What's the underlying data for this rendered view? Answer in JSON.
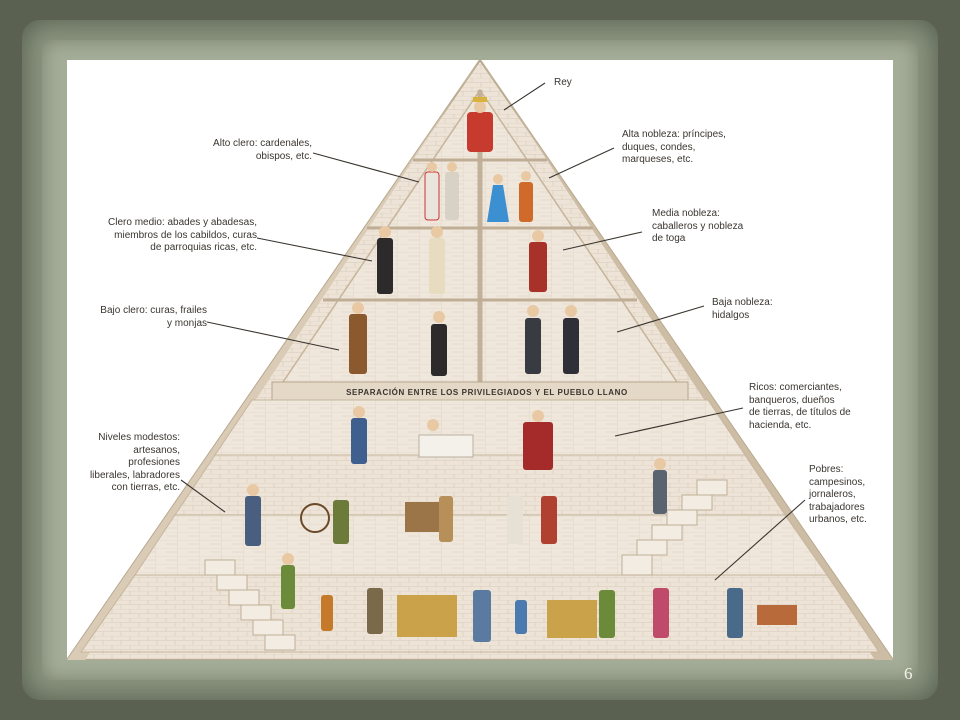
{
  "labels": {
    "rey": "Rey",
    "alto_clero": "Alto clero: cardenales,\nobispos, etc.",
    "alta_nobleza": "Alta nobleza: príncipes,\nduques, condes,\nmarqueses, etc.",
    "clero_medio": "Clero medio: abades y abadesas,\nmiembros de los cabildos, curas\nde parroquias ricas, etc.",
    "media_nobleza": "Media nobleza:\ncaballeros y nobleza\nde toga",
    "bajo_clero": "Bajo clero: curas, frailes\ny monjas",
    "baja_nobleza": "Baja nobleza:\nhidalgos",
    "separacion": "Separación entre los privilegiados y el pueblo llano",
    "ricos": "Ricos: comerciantes,\nbanqueros, dueños\nde tierras, de títulos de\nhacienda, etc.",
    "niveles_modestos": "Niveles modestos:\nartesanos,\nprofesiones\nliberales, labradores\ncon tierras, etc.",
    "pobres": "Pobres:\ncampesinos,\njornaleros,\ntrabajadores\nurbanos, etc."
  },
  "page_number": "6",
  "colors": {
    "brick": "#ede3d6",
    "mortar": "#cfc2b0",
    "stone_edge": "#c8b9a3",
    "background_dark": "#5a6150",
    "background_light": "#a4ad97"
  }
}
